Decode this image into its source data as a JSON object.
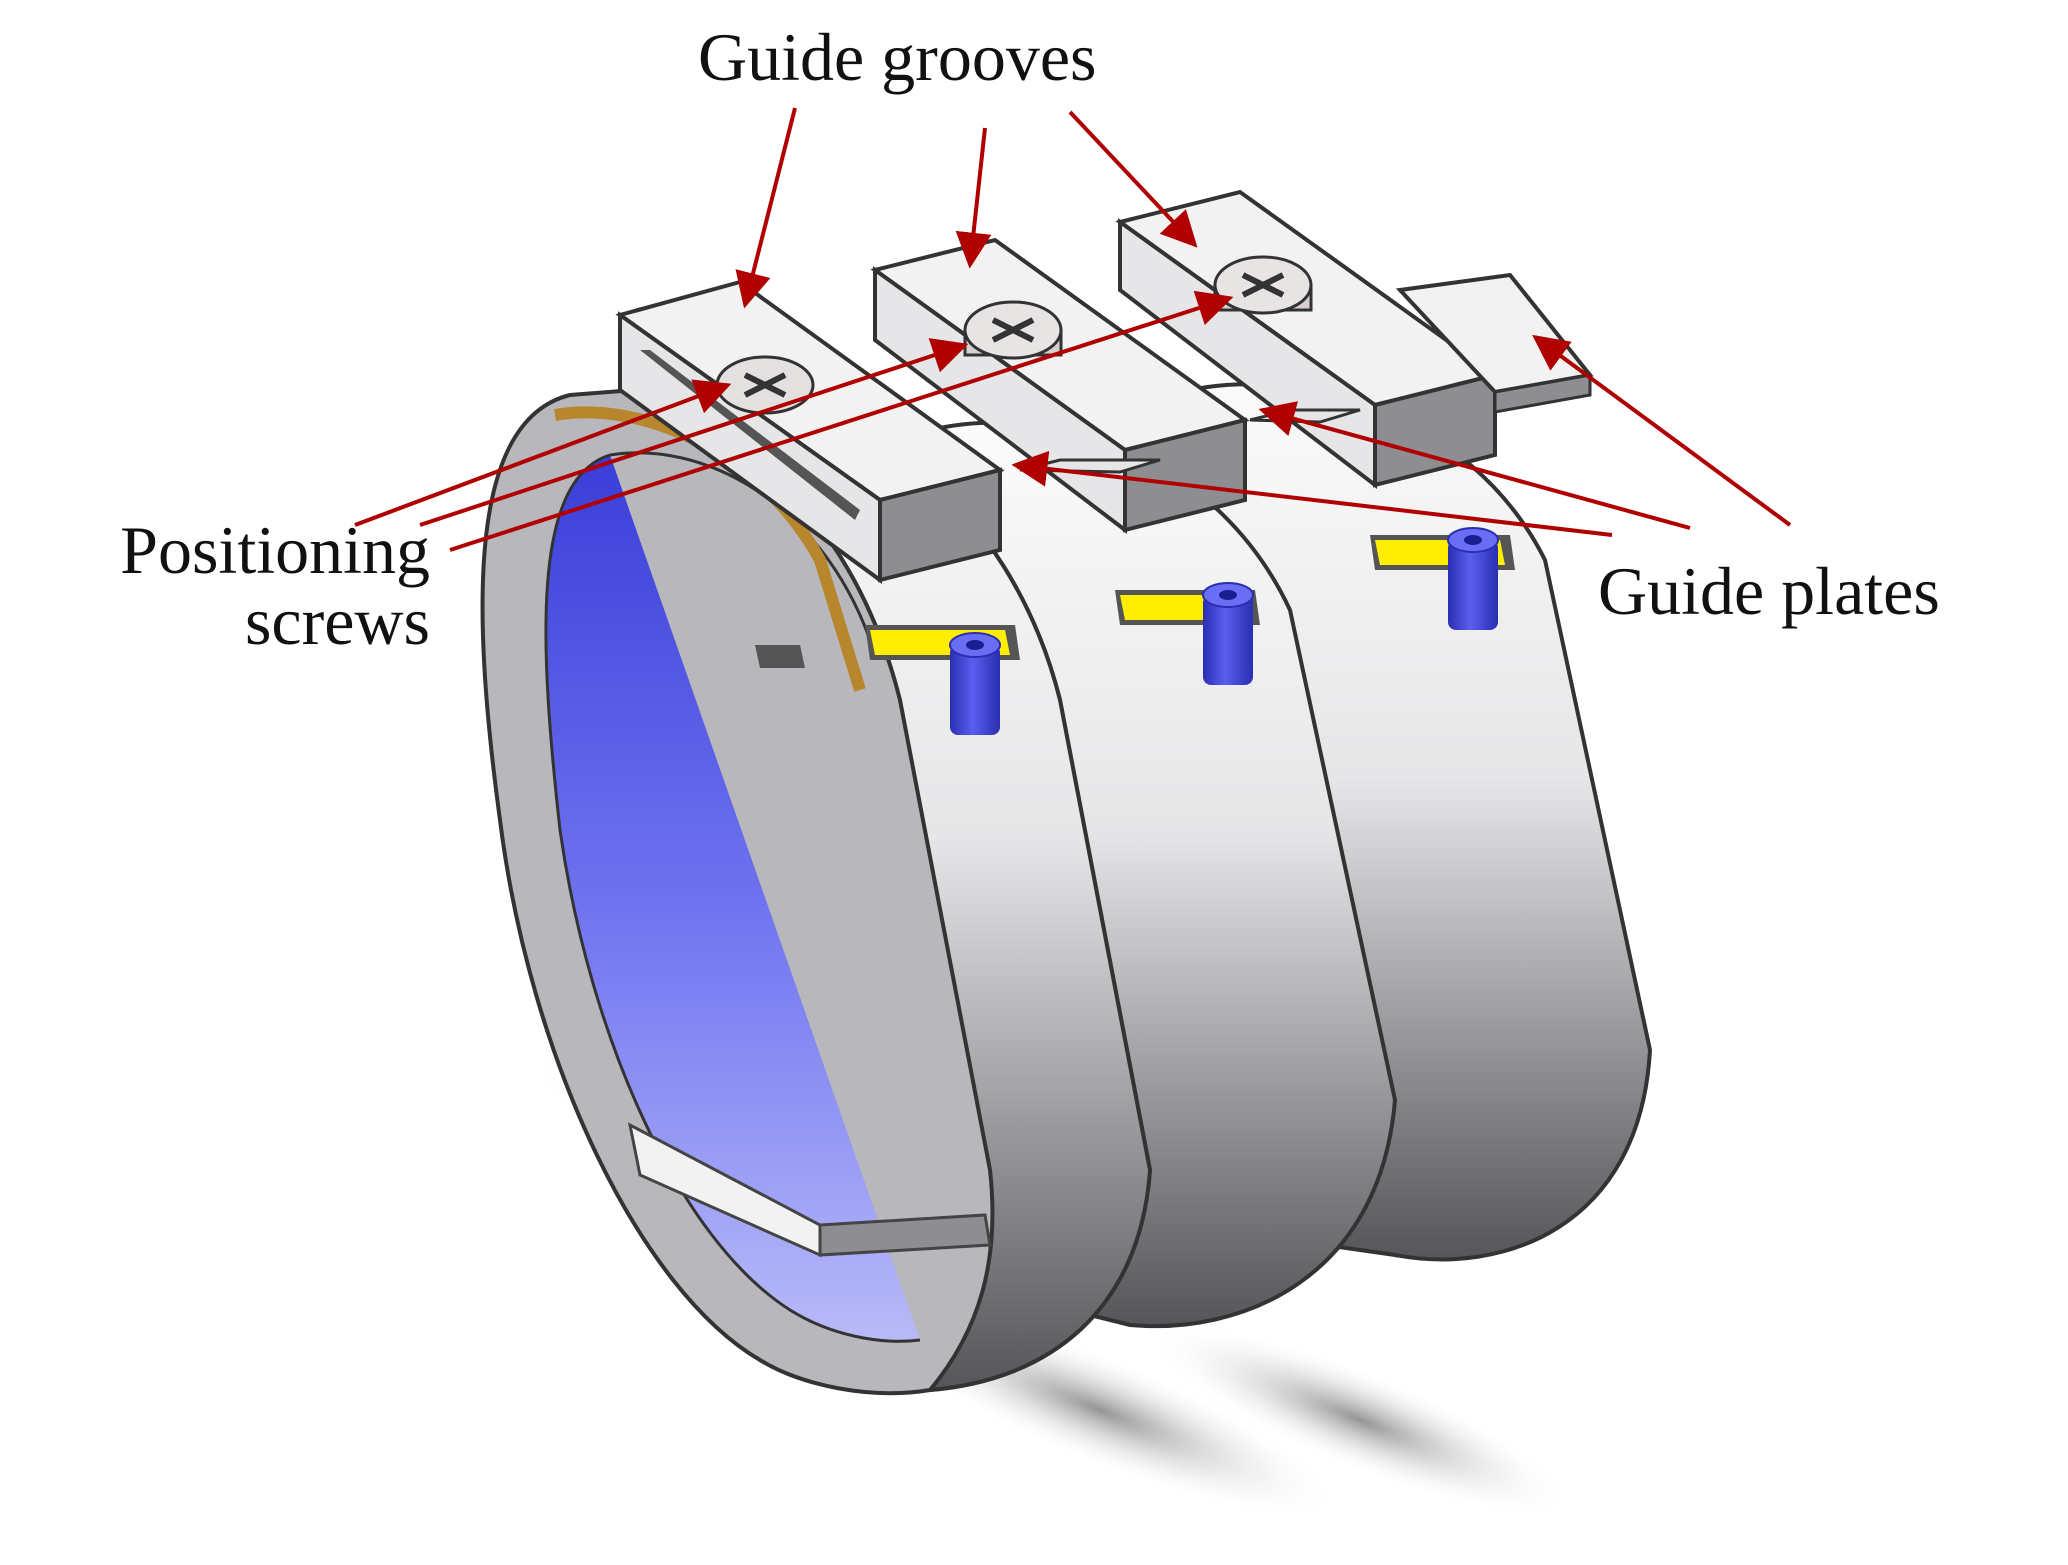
{
  "labels": {
    "guide_grooves": "Guide grooves",
    "positioning_screws_line1": "Positioning",
    "positioning_screws_line2": "screws",
    "guide_plates": "Guide plates"
  },
  "colors": {
    "arrow": "#b00000",
    "ring_light": "#f4f4f4",
    "ring_dark": "#5a5a5e",
    "ring_edge": "#8c8c90",
    "liner_blue": "#5a5ee6",
    "strip_brass": "#b8862c",
    "block_gray": "#8e8e92",
    "block_top": "#f2f2f2",
    "pad_yellow": "#ffee00",
    "peg_blue": "#3b3fd0"
  },
  "icons": {
    "screw": "phillips-screw-icon",
    "peg": "cylinder-peg-icon"
  }
}
